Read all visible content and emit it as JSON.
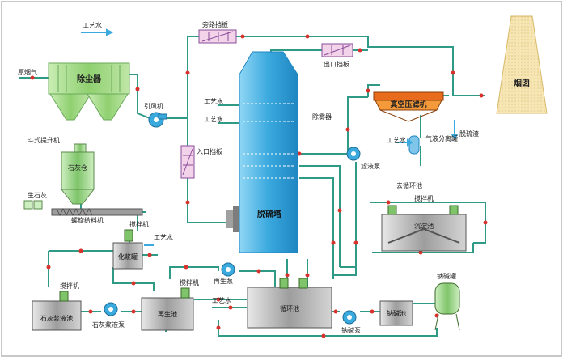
{
  "labels": {
    "raw_flue_gas": "原烟气",
    "process_water_top": "工艺水",
    "bypass_damper": "旁路挡板",
    "outlet_damper": "出口挡板",
    "dust_collector": "除尘器",
    "chimney": "烟囱",
    "id_fan": "引风机",
    "process_water_1": "工艺水",
    "process_water_2": "工艺水",
    "demister": "除雾器",
    "vacuum_filter": "真空压滤机",
    "process_water_3": "工艺水",
    "gas_liquid_separator": "气液分离罐",
    "gypsum_cake": "脱硫渣",
    "bucket_elevator": "斗式提升机",
    "lime_silo": "石灰仓",
    "inlet_damper": "入口挡板",
    "scrubber": "脱硫塔",
    "filtrate_pump": "滤液泵",
    "to_circulation_tank": "去循环池",
    "quicklime": "生石灰",
    "screw_feeder": "螺旋给料机",
    "agitator_1": "搅拌机",
    "agitator_settle": "搅拌机",
    "settling_tank": "沉淀池",
    "process_water_4": "工艺水",
    "slaking_tank": "化浆罐",
    "agitator_2": "搅拌机",
    "agitator_3": "搅拌机",
    "regen_pump": "再生泵",
    "sodium_tank": "钠碱罐",
    "process_water_5": "工艺水",
    "lime_slurry_tank": "石灰浆液池",
    "lime_slurry_pump": "石灰浆液泵",
    "regen_tank": "再生池",
    "circulation_tank": "循环池",
    "sodium_pump": "钠碱泵",
    "sodium_mix_tank": "钠碱池"
  },
  "colors": {
    "pipe": "#2f9a86",
    "node": "#d9322c",
    "tower": "#4bb6e4",
    "dust_collector": "#a3d98a",
    "chimney": "#f5e3ae",
    "filter": "#e86b1e"
  }
}
